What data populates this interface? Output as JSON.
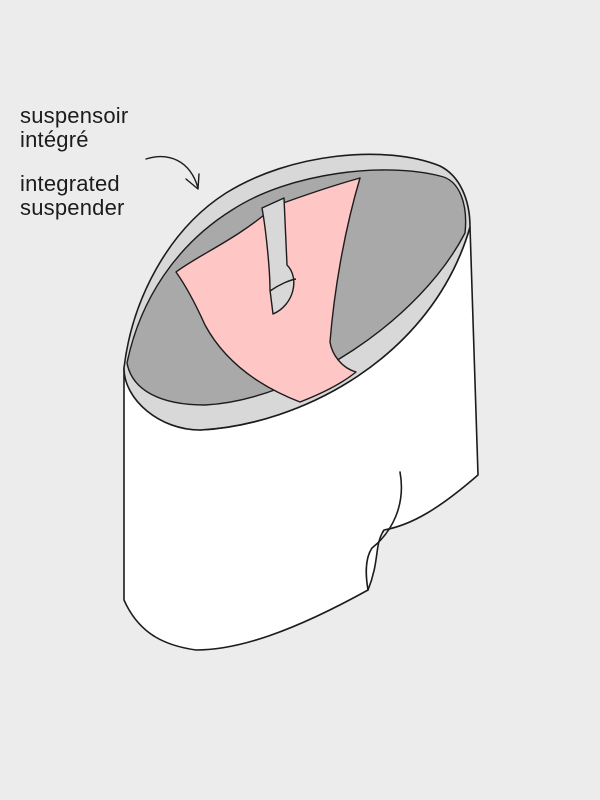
{
  "labels": {
    "fr_line1": "suspensoir",
    "fr_line2": "intégré",
    "en_line1": "integrated",
    "en_line2": "suspender"
  },
  "colors": {
    "background": "#ececec",
    "garment_fill": "#ffffff",
    "waistband": "#d8d8d8",
    "inner_shadow": "#a9a9a9",
    "suspender_pink": "#ffc6c6",
    "outline": "#1c1c1c"
  }
}
